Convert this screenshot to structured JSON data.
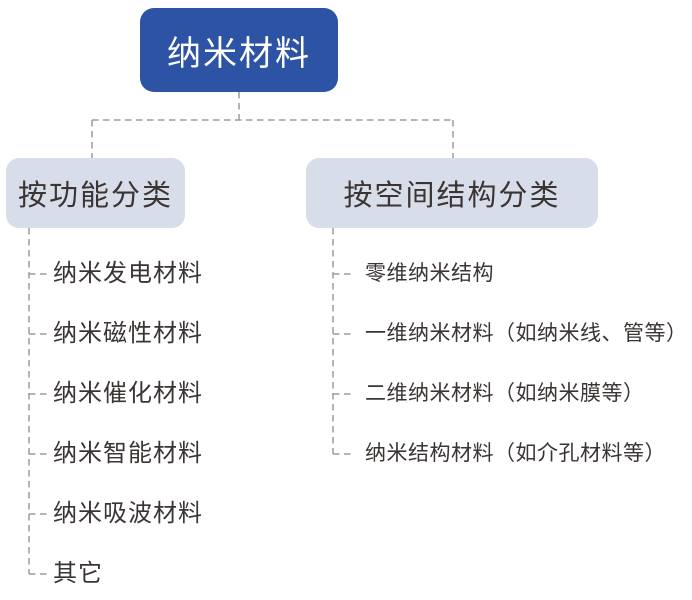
{
  "diagram": {
    "root": {
      "label": "纳米材料"
    },
    "branches": [
      {
        "label": "按功能分类",
        "items": [
          "纳米发电材料",
          "纳米磁性材料",
          "纳米催化材料",
          "纳米智能材料",
          "纳米吸波材料",
          "其它"
        ]
      },
      {
        "label": "按空间结构分类",
        "items": [
          "零维纳米结构",
          "一维纳米材料（如纳米线、管等）",
          "二维纳米材料（如纳米膜等）",
          "纳米结构材料（如介孔材料等）"
        ]
      }
    ]
  },
  "colors": {
    "root_bg": "#2d53a4",
    "root_text": "#ffffff",
    "branch_bg": "#d8dee9",
    "text": "#3a3433",
    "connector": "#9b9b9b",
    "background": "#ffffff"
  }
}
